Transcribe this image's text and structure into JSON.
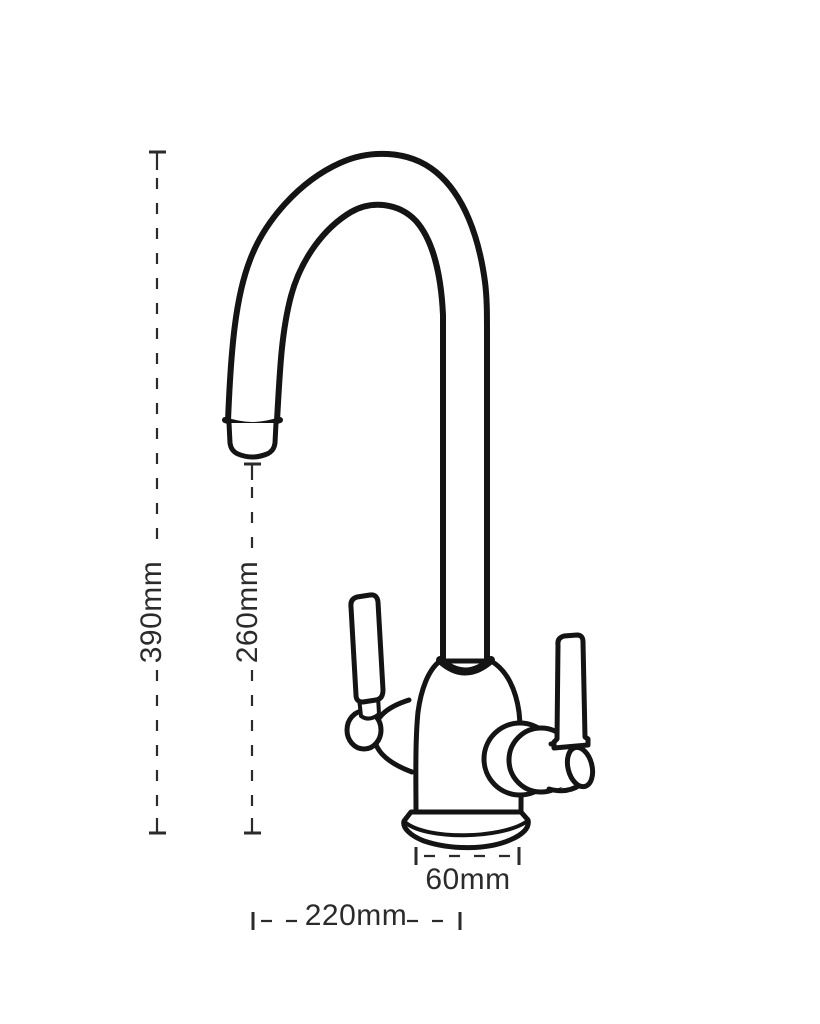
{
  "page": {
    "background": "#ffffff"
  },
  "diagram": {
    "type": "technical-dimension-drawing",
    "subject": "two-handle-monobloc-kitchen-mixer-tap",
    "line_color": "#141414",
    "label_color": "#2b2b2b",
    "dimensions": {
      "overall_height": {
        "label": "390mm",
        "orientation": "vertical"
      },
      "spout_outlet_height": {
        "label": "260mm",
        "orientation": "vertical"
      },
      "base_diameter": {
        "label": "60mm",
        "orientation": "horizontal"
      },
      "overall_depth": {
        "label": "220mm",
        "orientation": "horizontal"
      }
    }
  }
}
